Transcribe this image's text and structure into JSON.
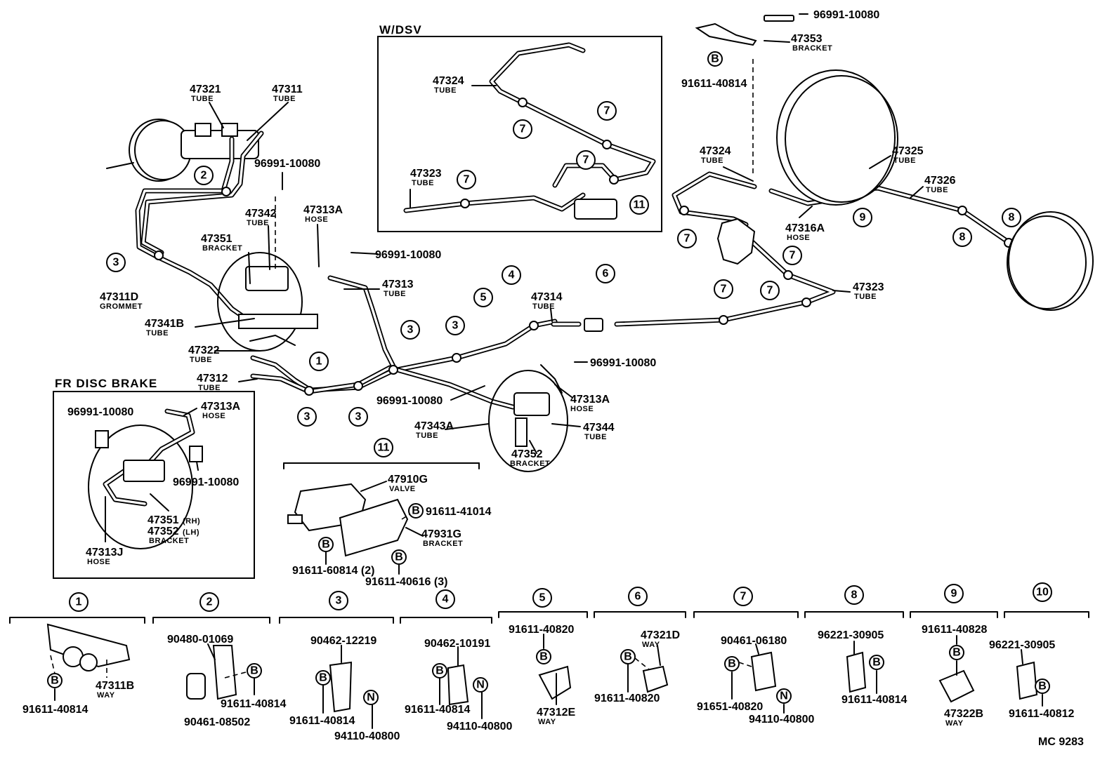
{
  "sections": {
    "wdsv": "W/DSV",
    "fr_disc": "FR  DISC BRAKE",
    "footer": "MC  9283"
  },
  "circle_codes": {
    "b": "B",
    "n": "N"
  },
  "callouts": [
    "1",
    "2",
    "3",
    "4",
    "5",
    "6",
    "7",
    "8",
    "9",
    "10",
    "11"
  ],
  "labels": {
    "p47321": {
      "num": "47321",
      "sub": "TUBE"
    },
    "p47311": {
      "num": "47311",
      "sub": "TUBE"
    },
    "clip_top_left": {
      "num": "96991-10080"
    },
    "p47342": {
      "num": "47342",
      "sub": "TUBE"
    },
    "p47313A_hose": {
      "num": "47313A",
      "sub": "HOSE"
    },
    "clip_mid": {
      "num": "96991-10080"
    },
    "p47351": {
      "num": "47351",
      "sub": "BRACKET"
    },
    "p47311D": {
      "num": "47311D",
      "sub": "GROMMET"
    },
    "p47341B": {
      "num": "47341B",
      "sub": "TUBE"
    },
    "p47313": {
      "num": "47313",
      "sub": "TUBE"
    },
    "p47322": {
      "num": "47322",
      "sub": "TUBE"
    },
    "p47312": {
      "num": "47312",
      "sub": "TUBE"
    },
    "p47314": {
      "num": "47314",
      "sub": "TUBE"
    },
    "clip_right_mid": {
      "num": "96991-10080"
    },
    "clip_lower_mid": {
      "num": "96991-10080"
    },
    "p47313A_hose2": {
      "num": "47313A",
      "sub": "HOSE"
    },
    "p47343A": {
      "num": "47343A",
      "sub": "TUBE"
    },
    "p47344": {
      "num": "47344",
      "sub": "TUBE"
    },
    "p47352": {
      "num": "47352",
      "sub": "BRACKET"
    },
    "dsv_47324": {
      "num": "47324",
      "sub": "TUBE"
    },
    "dsv_47323": {
      "num": "47323",
      "sub": "TUBE"
    },
    "clip_top_right": {
      "num": "96991-10080"
    },
    "p47353": {
      "num": "47353",
      "sub": "BRACKET"
    },
    "bolt_top_right": {
      "num": "91611-40814"
    },
    "r_47324": {
      "num": "47324",
      "sub": "TUBE"
    },
    "p47325": {
      "num": "47325",
      "sub": "TUBE"
    },
    "p47326": {
      "num": "47326",
      "sub": "TUBE"
    },
    "p47316A": {
      "num": "47316A",
      "sub": "HOSE"
    },
    "r_47323": {
      "num": "47323",
      "sub": "TUBE"
    },
    "fr_clip1": {
      "num": "96991-10080"
    },
    "fr_47313A": {
      "num": "47313A",
      "sub": "HOSE"
    },
    "fr_clip2": {
      "num": "96991-10080"
    },
    "fr_47351": {
      "num": "47351",
      "suffix": "(RH)"
    },
    "fr_47352": {
      "num": "47352",
      "suffix": "(LH)"
    },
    "fr_bracket": {
      "sub": "BRACKET"
    },
    "fr_47313J": {
      "num": "47313J",
      "sub": "HOSE"
    },
    "v_47910G": {
      "num": "47910G",
      "sub": "VALVE"
    },
    "v_bolt1": {
      "num": "91611-41014"
    },
    "v_47931G": {
      "num": "47931G",
      "sub": "BRACKET"
    },
    "v_bolt2": {
      "num": "91611-60814 (2)"
    },
    "v_bolt3": {
      "num": "91611-40616 (3)"
    },
    "k1_way": {
      "num": "47311B",
      "sub": "WAY"
    },
    "k1_bolt": {
      "num": "91611-40814"
    },
    "k2_a": {
      "num": "90480-01069"
    },
    "k2_b": {
      "num": "91611-40814"
    },
    "k2_c": {
      "num": "90461-08502"
    },
    "k3_a": {
      "num": "90462-12219"
    },
    "k3_b": {
      "num": "91611-40814"
    },
    "k3_c": {
      "num": "94110-40800"
    },
    "k4_a": {
      "num": "90462-10191"
    },
    "k4_b": {
      "num": "91611-40814"
    },
    "k4_c": {
      "num": "94110-40800"
    },
    "k5_a": {
      "num": "91611-40820"
    },
    "k5_way": {
      "num": "47312E",
      "sub": "WAY"
    },
    "k6_way": {
      "num": "47321D",
      "sub": "WAY"
    },
    "k6_b": {
      "num": "91611-40820"
    },
    "k7_a": {
      "num": "90461-06180"
    },
    "k7_b": {
      "num": "91651-40820"
    },
    "k7_c": {
      "num": "94110-40800"
    },
    "k8_a": {
      "num": "96221-30905"
    },
    "k8_b": {
      "num": "91611-40814"
    },
    "k9_a": {
      "num": "91611-40828"
    },
    "k9_way": {
      "num": "47322B",
      "sub": "WAY"
    },
    "k10_a": {
      "num": "96221-30905"
    },
    "k10_b": {
      "num": "91611-40812"
    }
  }
}
